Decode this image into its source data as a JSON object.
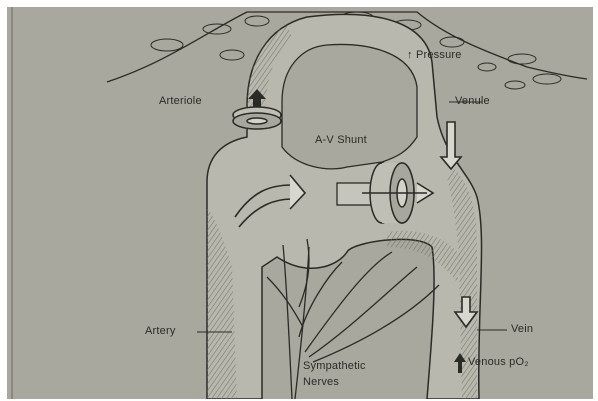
{
  "diagram": {
    "labels": {
      "pressure": "↑ Pressure",
      "venule": "Venule",
      "arteriole": "Arteriole",
      "shunt": "A-V Shunt",
      "artery": "Artery",
      "vein": "Vein",
      "sympathetic_line1": "Sympathetic",
      "sympathetic_line2": "Nerves",
      "venous_po2": "Venous pO₂"
    },
    "colors": {
      "background": "#a9a89e",
      "vessel_fill": "#b9b8ae",
      "ink": "#2b2b26",
      "shading": "#6f6e66"
    }
  }
}
